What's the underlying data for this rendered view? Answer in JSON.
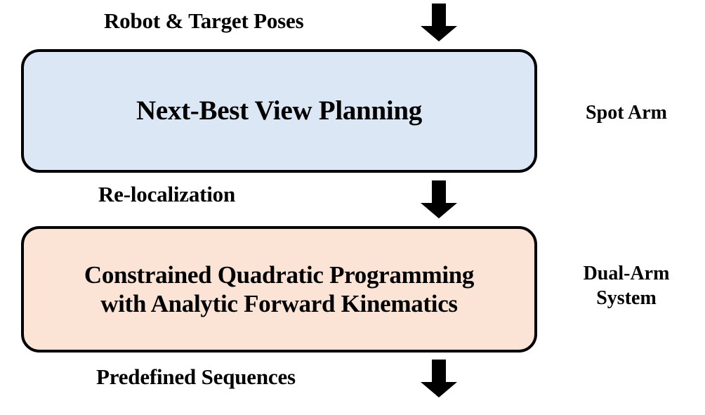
{
  "diagram": {
    "title": "Robot planning pipeline flow diagram",
    "background_color": "#ffffff",
    "edge_labels": {
      "top": "Robot & Target Poses",
      "middle": "Re-localization",
      "bottom": "Predefined Sequences"
    },
    "boxes": [
      {
        "id": "next-best-view-planning",
        "lines": [
          "Next-Best View Planning"
        ],
        "text": "Next-Best View Planning",
        "fill_color": "#dce7f5",
        "border_color": "#000000",
        "side_label": "Spot Arm"
      },
      {
        "id": "constrained-quadratic-programming",
        "lines": [
          "Constrained Quadratic Programming",
          "with Analytic Forward Kinematics"
        ],
        "line1": "Constrained Quadratic Programming",
        "line2": "with Analytic Forward Kinematics",
        "fill_color": "#fbe3d6",
        "border_color": "#000000",
        "side_label_line1": "Dual-Arm",
        "side_label_line2": "System"
      }
    ],
    "side_labels": {
      "spot_arm": "Spot Arm",
      "dual_arm_system_line1": "Dual-Arm",
      "dual_arm_system_line2": "System"
    },
    "arrows": [
      {
        "id": "arrow-top",
        "direction": "down",
        "color": "#000000"
      },
      {
        "id": "arrow-middle",
        "direction": "down",
        "color": "#000000"
      },
      {
        "id": "arrow-bottom",
        "direction": "down",
        "color": "#000000"
      }
    ],
    "colors": {
      "box_blue": "#dce7f5",
      "box_peach": "#fbe3d6",
      "stroke": "#000000",
      "text": "#000000"
    }
  }
}
